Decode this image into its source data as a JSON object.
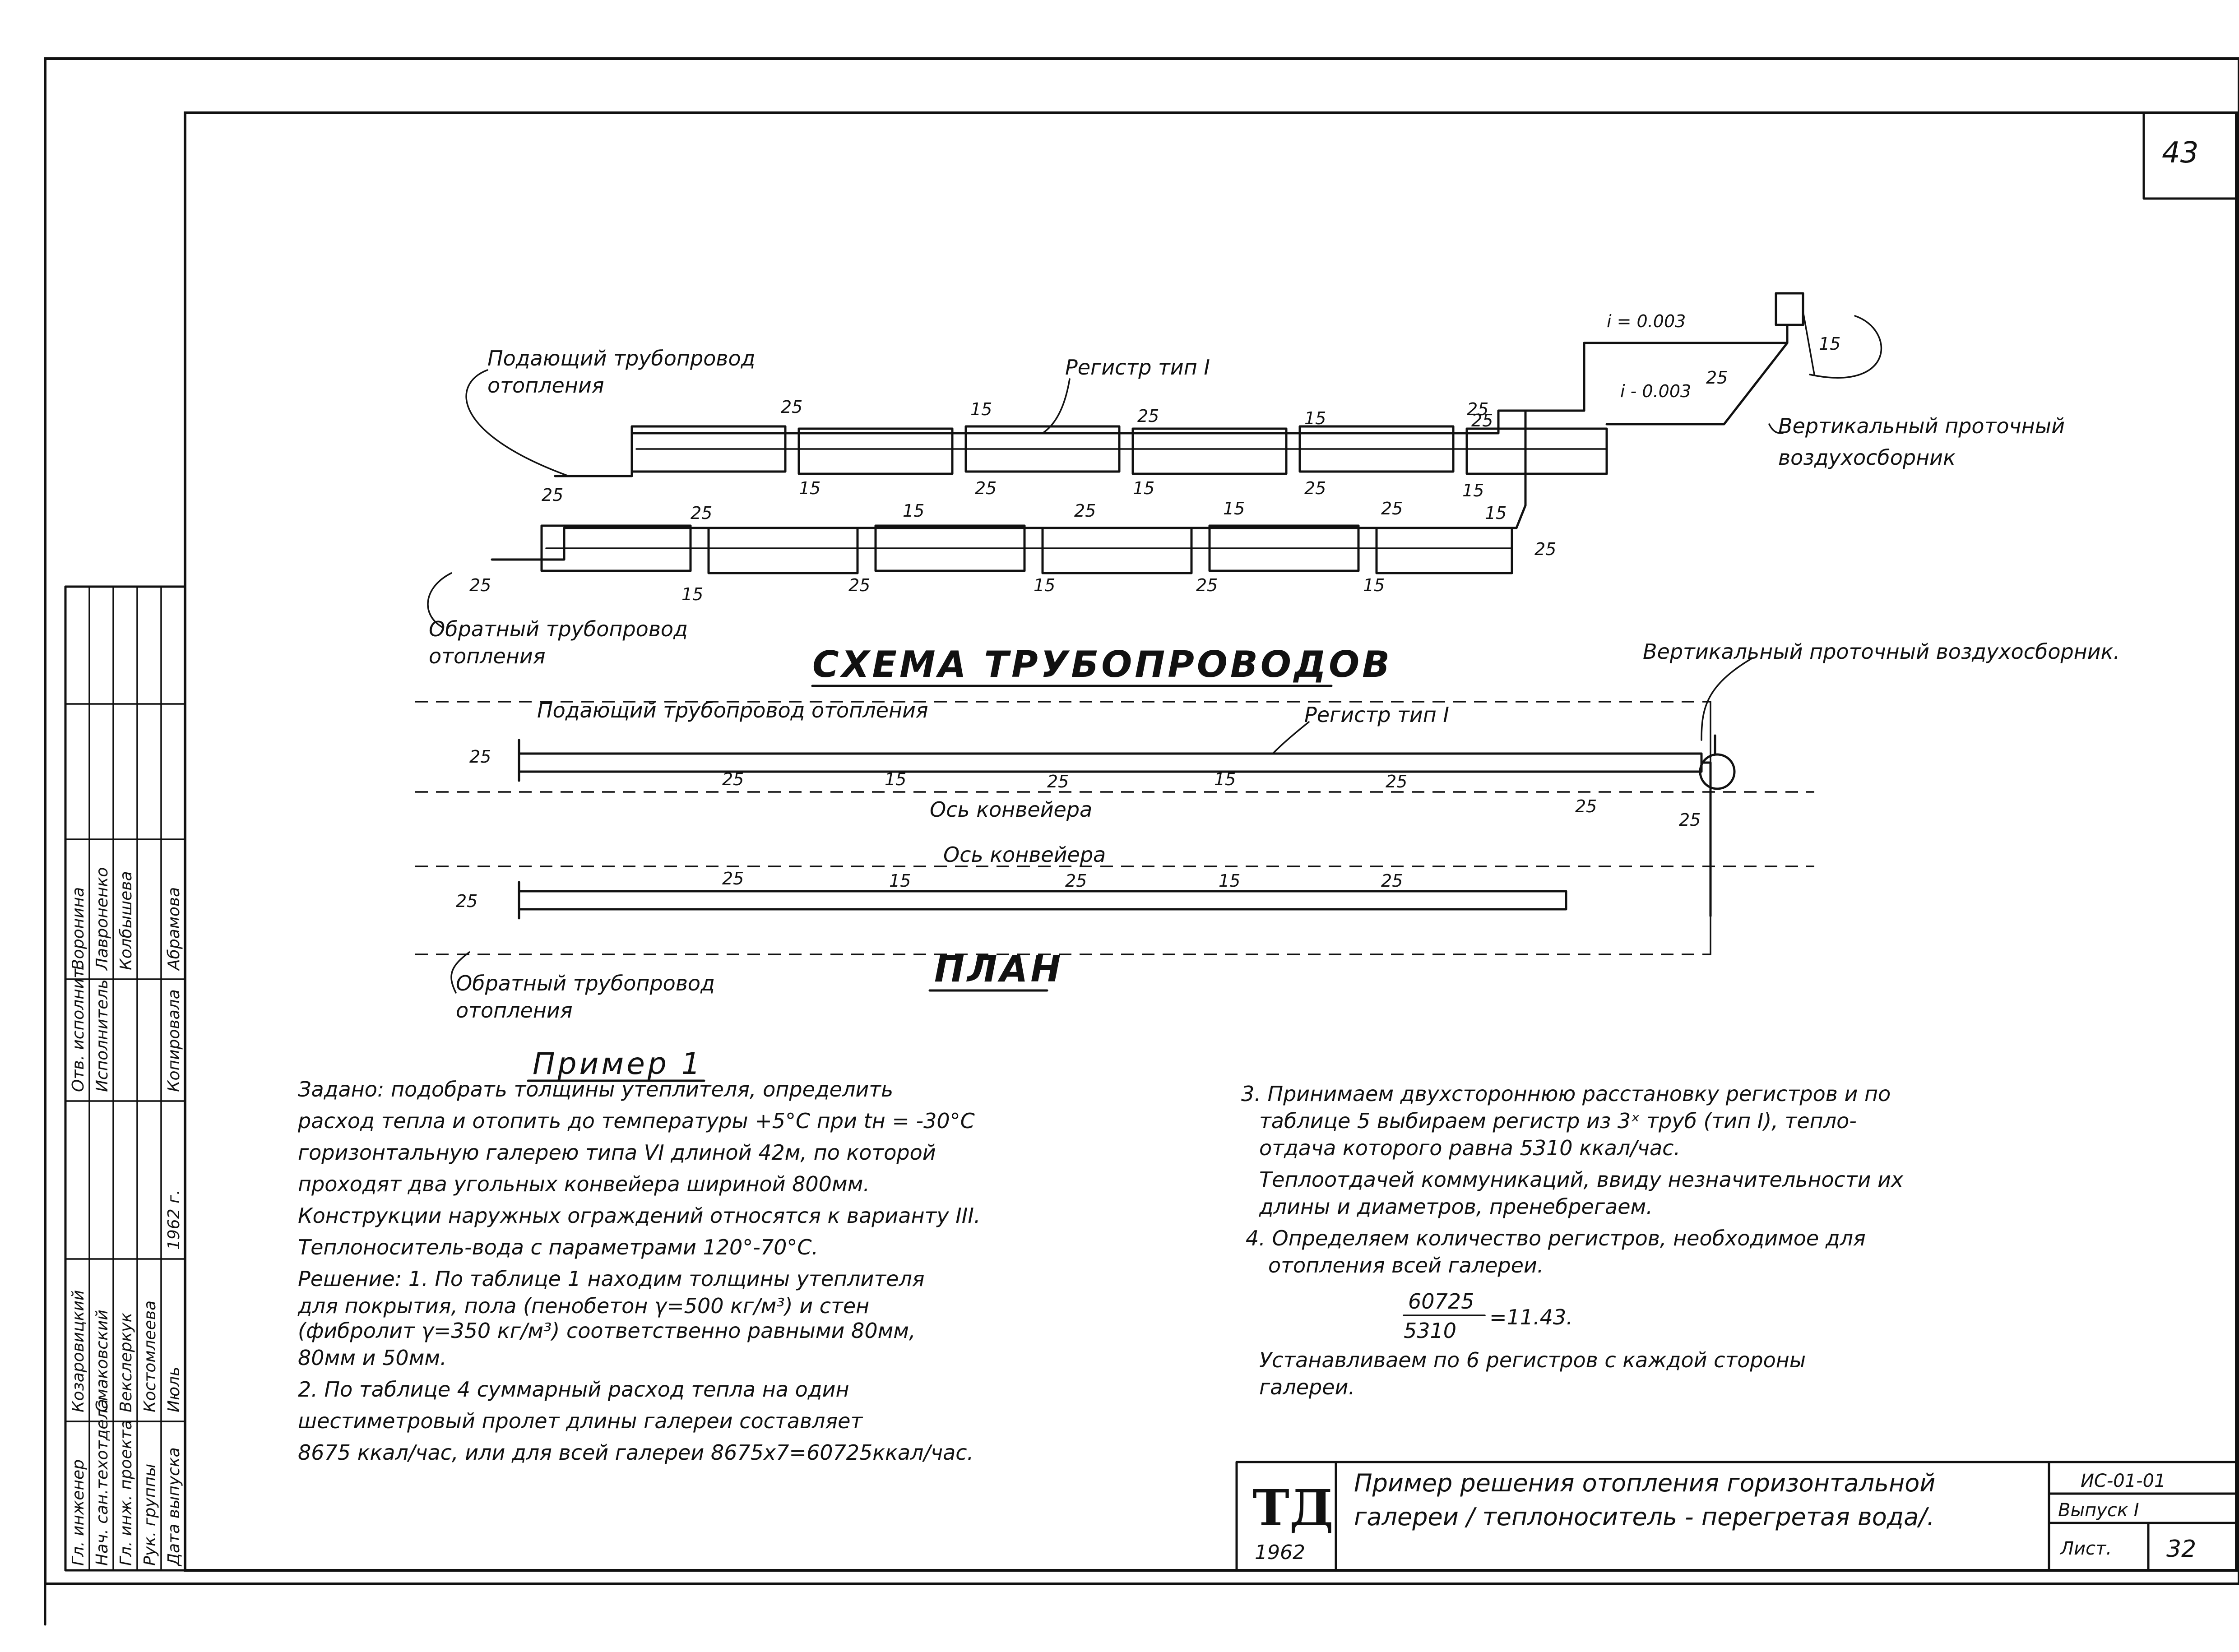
{
  "sheet_number": "43",
  "scheme": {
    "title": "СХЕМА ТРУБОПРОВОДОВ",
    "supply_label_1": "Подающий трубопровод",
    "supply_label_2": "отопления",
    "register_label": "Регистр тип I",
    "return_label_1": "Обратный трубопровод",
    "return_label_2": "отопления",
    "collector_label_1": "Вертикальный проточный",
    "collector_label_2": "воздухосборник",
    "slope_upper": "i = 0.003",
    "slope_lower": "i - 0.003",
    "d15": "15",
    "d25": "25"
  },
  "plan": {
    "title": "ПЛАН",
    "supply_label": "Подающий трубопровод отопления",
    "register_label": "Регистр тип I",
    "collector_label": "Вертикальный проточный воздухосборник.",
    "axis_label": "Ось конвейера",
    "return_label_1": "Обратный трубопровод",
    "return_label_2": "отопления",
    "d15": "15",
    "d25": "25"
  },
  "example": {
    "title": "Пример 1",
    "left": [
      "Задано: подобрать толщины утеплителя, определить",
      "расход тепла и отопить до температуры +5°С при tн = -30°С",
      "горизонтальную галерею типа VI длиной 42м, по которой",
      "проходят два угольных конвейера шириной 800мм.",
      "Конструкции наружных ограждений относятся к варианту III.",
      "Теплоноситель-вода с параметрами 120°-70°С.",
      "Решение: 1. По таблице 1 находим толщины утеплителя",
      "для покрытия, пола (пенобетон γ=500 кг/м³) и стен",
      "(фибролит γ=350 кг/м³) соответственно равными 80мм,",
      "80мм и 50мм.",
      "2. По таблице 4 суммарный расход тепла на один",
      "шестиметровый пролет длины галереи составляет",
      "8675 ккал/час, или для всей галереи 8675х7=60725ккал/час."
    ],
    "right": [
      "3. Принимаем двухстороннюю расстановку регистров и по",
      "таблице 5 выбираем регистр из 3ˣ труб (тип I), тепло-",
      "отдача которого равна 5310 ккал/час.",
      "Теплоотдачей коммуникаций, ввиду незначительности их",
      "длины и диаметров, пренебрегаем.",
      "4. Определяем количество регистров, необходимое для",
      "отопления всей галереи."
    ],
    "fraction_numerator": "60725",
    "fraction_denominator": "5310",
    "fraction_result": "=11.43.",
    "conclusion": [
      "Устанавливаем по 6 регистров с каждой стороны",
      "галереи."
    ]
  },
  "title_block": {
    "logo": "ТД",
    "year": "1962",
    "title_1": "Пример решения отопления горизонтальной",
    "title_2": "галереи / теплоноситель - перегретая вода/.",
    "code": "ИС-01-01",
    "issue": "Выпуск I",
    "sheet_label": "Лист.",
    "sheet_value": "32"
  },
  "stamp": {
    "rows": [
      [
        "Гл. инженер",
        "Козаровицкий",
        "",
        "Отв. исполнит.",
        "Воронина",
        ""
      ],
      [
        "Нач. сан.техотдела",
        "Смаковский",
        "",
        "Исполнитель",
        "Лавроненко",
        ""
      ],
      [
        "Гл. инж. проекта",
        "Векслеркук",
        "",
        "",
        "Колбышева",
        ""
      ],
      [
        "Рук. группы",
        "Костомлеева",
        "",
        "",
        "",
        ""
      ],
      [
        "Дата выпуска",
        "Июль",
        "1962 г.",
        "Копировала",
        "Абрамова",
        ""
      ]
    ]
  }
}
